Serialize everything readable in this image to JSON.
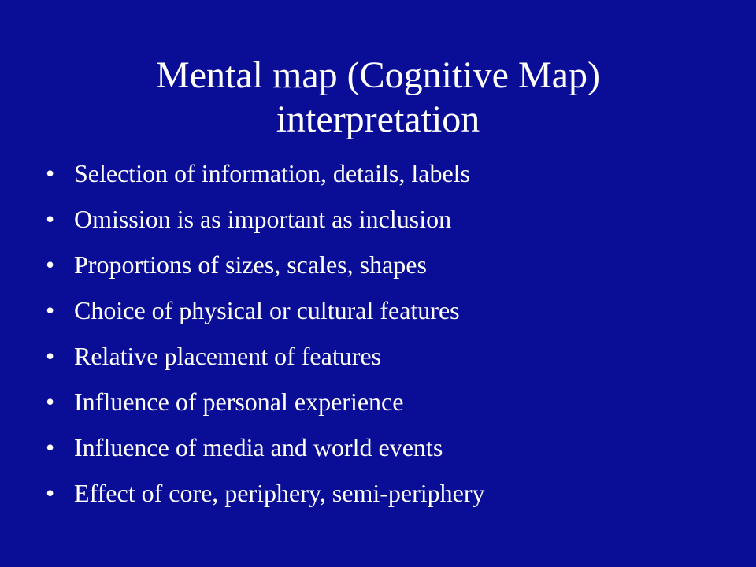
{
  "slide": {
    "background_color": "#0a0e96",
    "text_color": "#ffffff",
    "title_line1": "Mental map (Cognitive Map)",
    "title_line2": "interpretation",
    "bullet_symbol": "•",
    "bullets": [
      "Selection of information, details, labels",
      "Omission is as important as inclusion",
      "Proportions of sizes, scales, shapes",
      "Choice of physical or cultural features",
      "Relative placement of features",
      "Influence of personal experience",
      "Influence of media and world events",
      "Effect of core, periphery, semi-periphery"
    ]
  }
}
